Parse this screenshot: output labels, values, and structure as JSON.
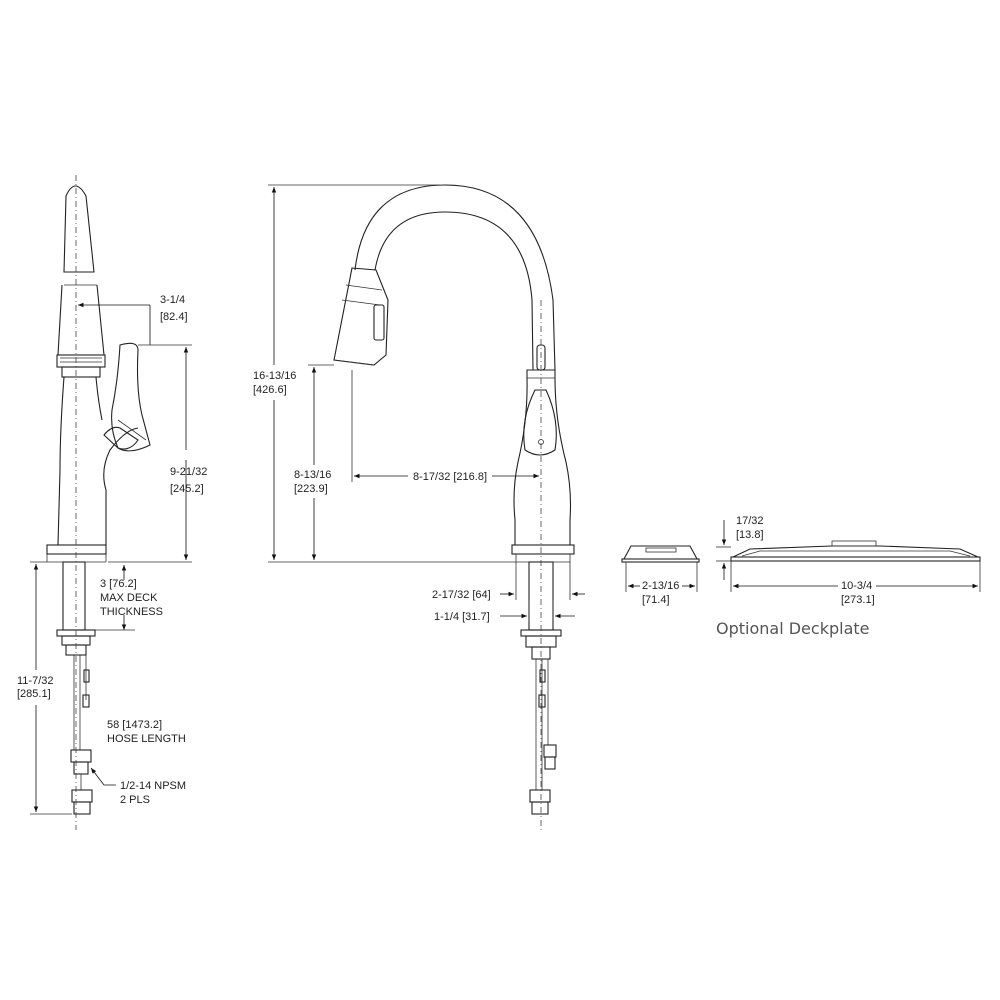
{
  "side_view": {
    "handle_offset": {
      "imperial": "3-1/4",
      "metric": "[82.4]"
    },
    "spout_height": {
      "imperial": "9-21/32",
      "metric": "[245.2]"
    },
    "max_deck": {
      "line1": "3 [76.2]",
      "line2": "MAX DECK",
      "line3": "THICKNESS"
    },
    "below_deck": {
      "imperial": "11-7/32",
      "metric": "[285.1]"
    },
    "hose": {
      "line1": "58 [1473.2]",
      "line2": "HOSE LENGTH"
    },
    "connection": {
      "line1": "1/2-14 NPSM",
      "line2": "2 PLS"
    }
  },
  "front_view": {
    "overall_height": {
      "imperial": "16-13/16",
      "metric": "[426.6]"
    },
    "spout_clearance": {
      "imperial": "8-13/16",
      "metric": "[223.9]"
    },
    "spout_reach": "8-17/32 [216.8]",
    "base_diameter": "2-17/32 [64]",
    "shank_diameter": "1-1/4 [31.7]"
  },
  "deckplate": {
    "depth": {
      "imperial": "2-13/16",
      "metric": "[71.4]"
    },
    "height": {
      "imperial": "17/32",
      "metric": "[13.8]"
    },
    "width": {
      "imperial": "10-3/4",
      "metric": "[273.1]"
    },
    "caption": "Optional Deckplate"
  }
}
